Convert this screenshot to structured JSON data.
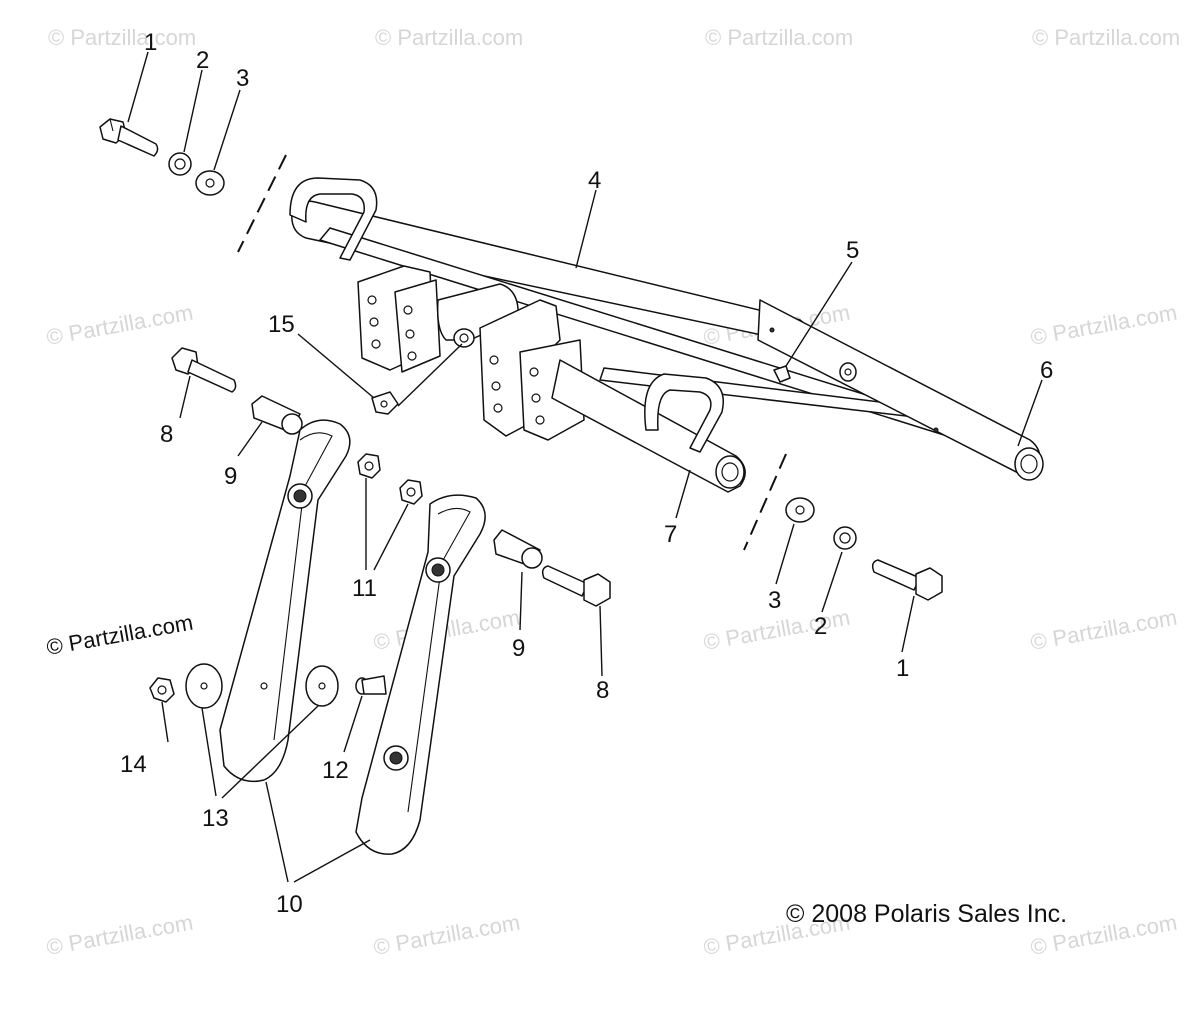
{
  "watermark": {
    "text": "© Partzilla.com",
    "main_text": "© Partzilla.com"
  },
  "copyright": "© 2008 Polaris Sales Inc.",
  "callouts": [
    "1",
    "2",
    "3",
    "4",
    "5",
    "6",
    "7",
    "3",
    "2",
    "1",
    "8",
    "9",
    "15",
    "11",
    "9",
    "8",
    "14",
    "13",
    "12",
    "10"
  ]
}
